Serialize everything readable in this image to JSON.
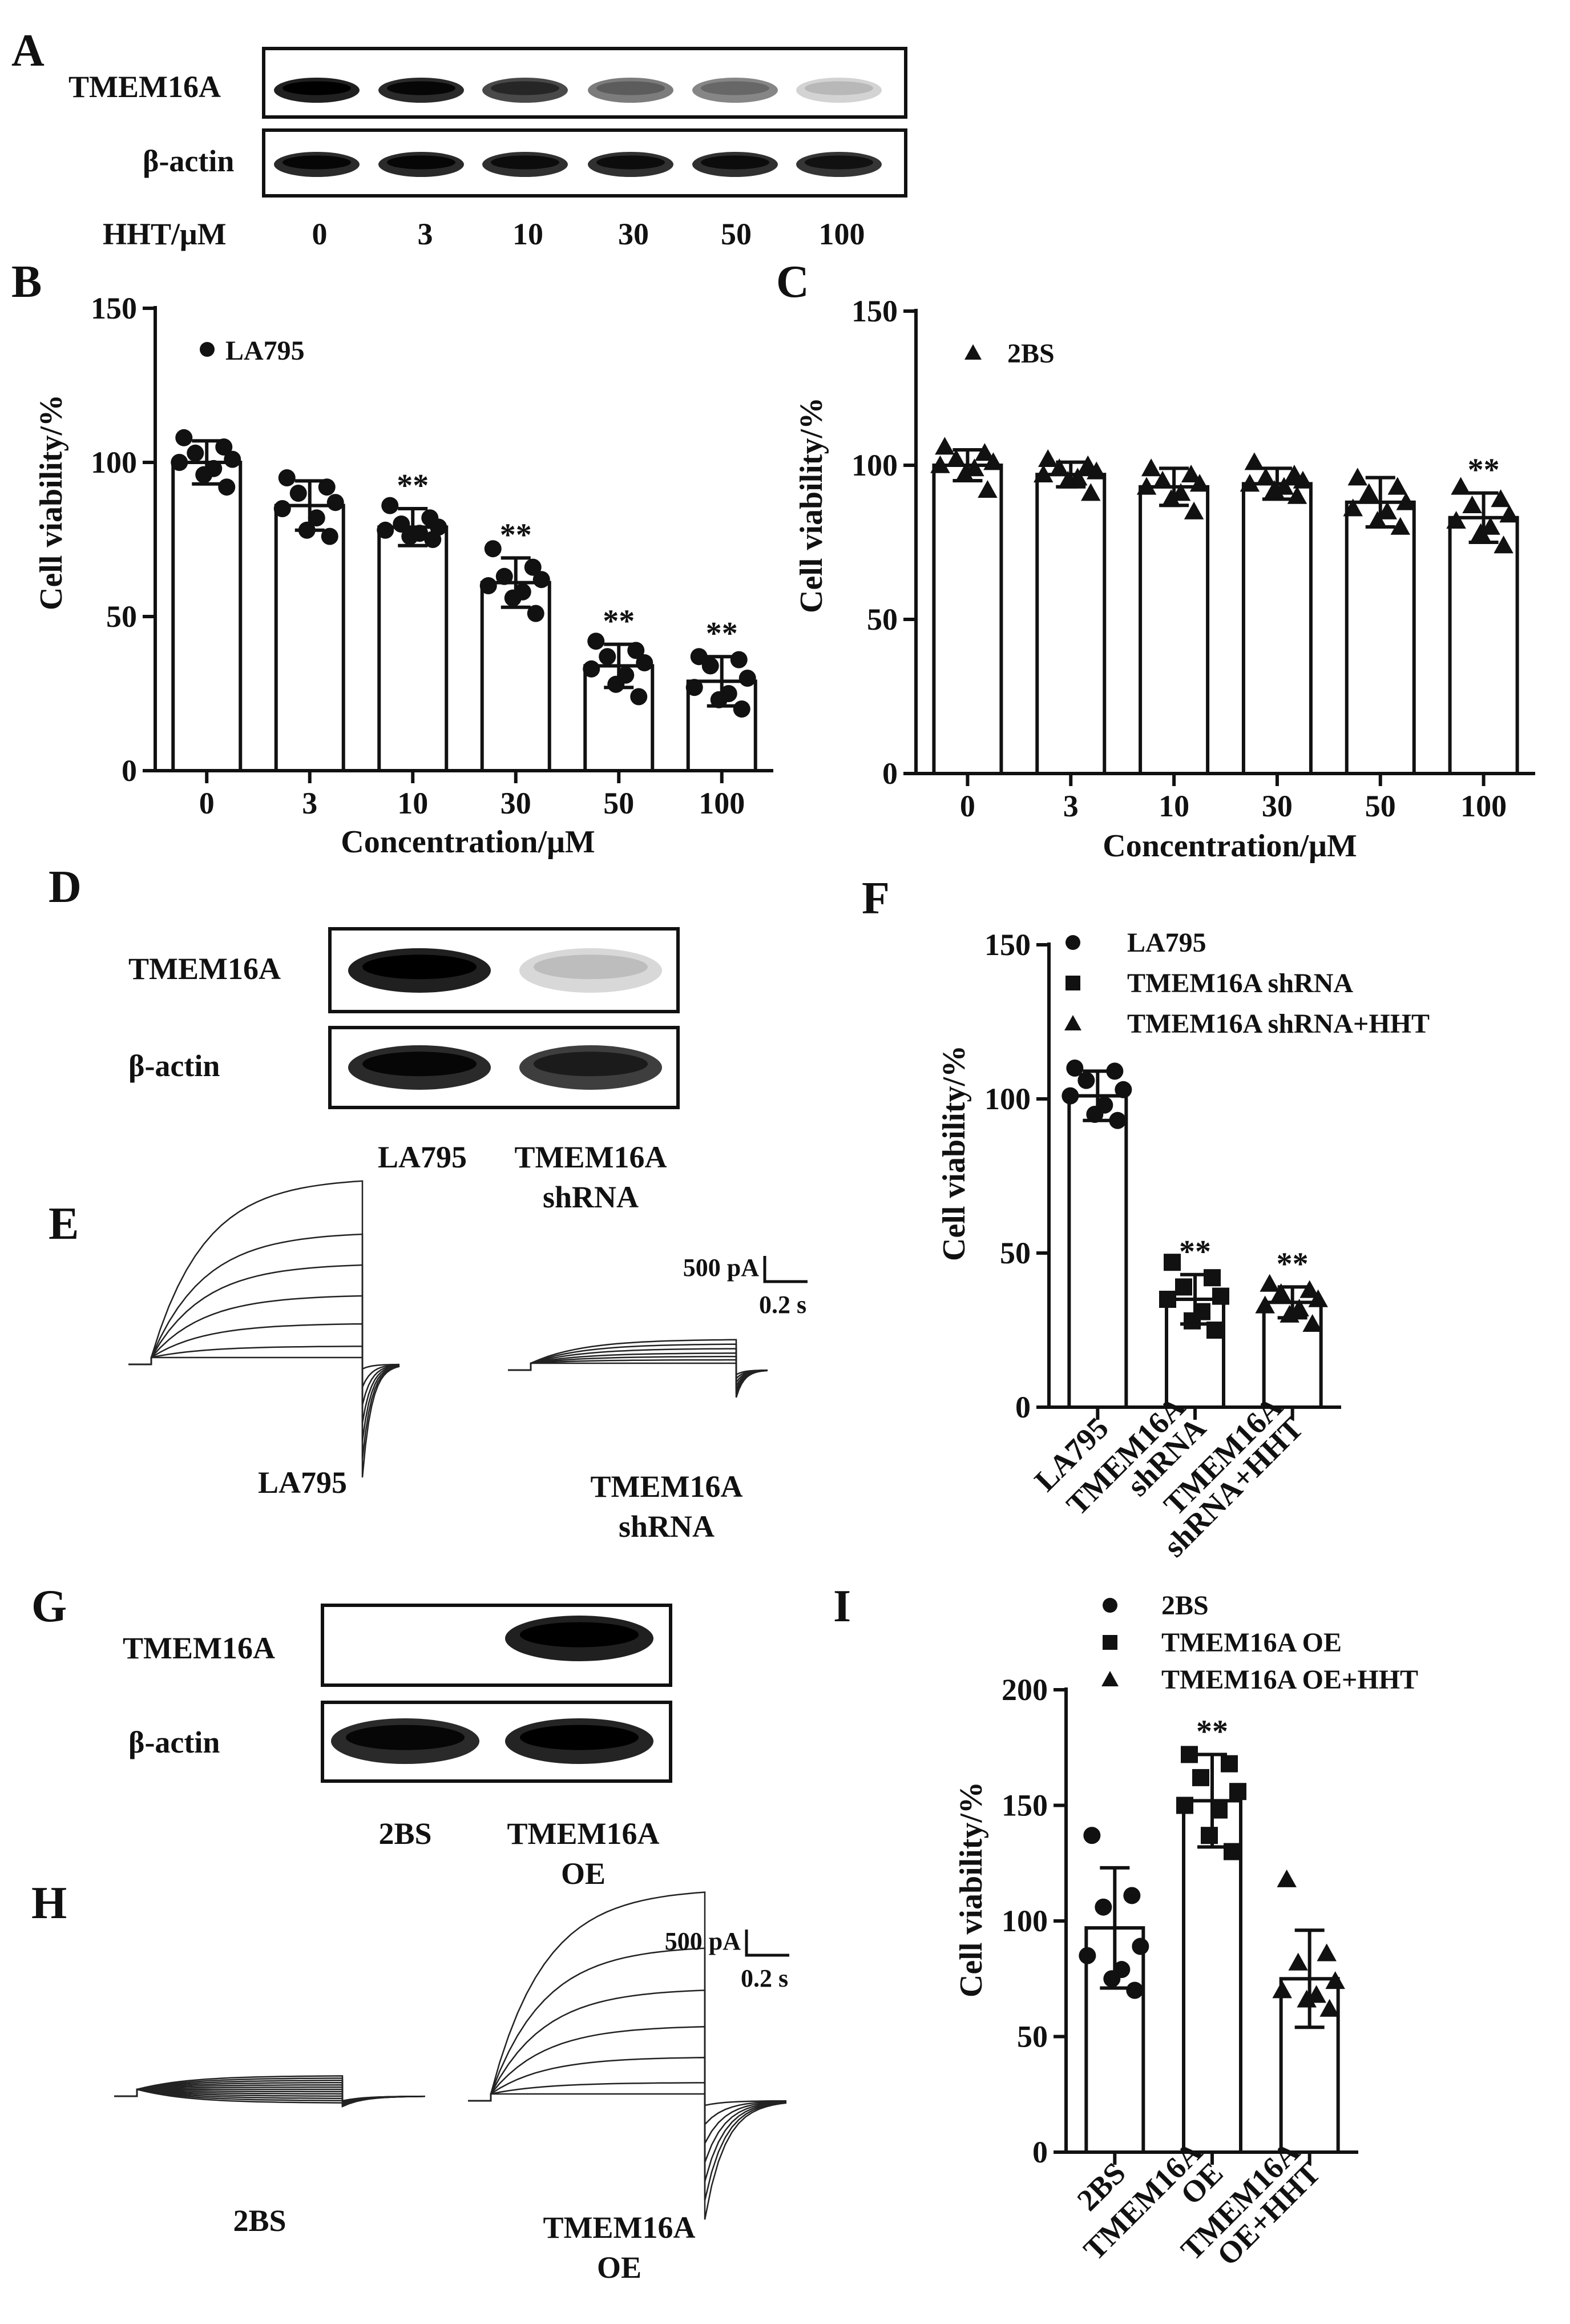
{
  "panel_letters": {
    "A": "A",
    "B": "B",
    "C": "C",
    "D": "D",
    "E": "E",
    "F": "F",
    "G": "G",
    "H": "H",
    "I": "I"
  },
  "blot_A": {
    "row1": "TMEM16A",
    "row2": "β-actin",
    "axis_label": "HHT/μM",
    "lanes": [
      "0",
      "3",
      "10",
      "30",
      "50",
      "100"
    ],
    "tmem_intensity": [
      1.0,
      0.95,
      0.8,
      0.55,
      0.5,
      0.12
    ],
    "actin_intensity": [
      0.95,
      0.95,
      0.92,
      0.92,
      0.92,
      0.9
    ]
  },
  "blot_D": {
    "row1": "TMEM16A",
    "row2": "β-actin",
    "lanes": [
      "LA795",
      "TMEM16A",
      "shRNA"
    ],
    "tmem_intensity": [
      1.0,
      0.1
    ],
    "actin_intensity": [
      0.95,
      0.85
    ]
  },
  "blot_G": {
    "row1": "TMEM16A",
    "row2": "β-actin",
    "lanes": [
      "2BS",
      "TMEM16A",
      "OE"
    ],
    "tmem_intensity": [
      0.0,
      1.0
    ],
    "actin_intensity": [
      0.95,
      0.98
    ]
  },
  "traces_E": {
    "scale_current": "500 pA",
    "scale_time": "0.2 s",
    "labels": [
      "LA795",
      "TMEM16A",
      "shRNA"
    ]
  },
  "traces_H": {
    "scale_current": "500 pA",
    "scale_time": "0.2 s",
    "labels": [
      "2BS",
      "TMEM16A",
      "OE"
    ]
  },
  "chart_data": [
    {
      "id": "B",
      "type": "bar",
      "categories": [
        "0",
        "3",
        "10",
        "30",
        "50",
        "100"
      ],
      "values": [
        100,
        86,
        79,
        61,
        34,
        29
      ],
      "errors": [
        7,
        8,
        6,
        8,
        7,
        8
      ],
      "significance": [
        "",
        "",
        "**",
        "**",
        "**",
        "**"
      ],
      "points": [
        [
          108,
          105,
          103,
          101,
          100,
          98,
          96,
          92
        ],
        [
          95,
          92,
          90,
          87,
          85,
          82,
          78,
          76
        ],
        [
          86,
          82,
          80,
          79,
          78,
          77,
          76,
          75
        ],
        [
          72,
          66,
          63,
          62,
          60,
          58,
          56,
          51
        ],
        [
          42,
          39,
          37,
          35,
          33,
          31,
          28,
          24
        ],
        [
          37,
          36,
          34,
          30,
          27,
          25,
          23,
          20
        ]
      ],
      "marker": "circle",
      "legend": [
        "LA795"
      ],
      "xlabel": "Concentration/μM",
      "ylabel": "Cell viability/%",
      "ylim": [
        0,
        150
      ],
      "yticks": [
        0,
        50,
        100,
        150
      ]
    },
    {
      "id": "C",
      "type": "bar",
      "categories": [
        "0",
        "3",
        "10",
        "30",
        "50",
        "100"
      ],
      "values": [
        100,
        97,
        93,
        94,
        88,
        83
      ],
      "errors": [
        5,
        4,
        6,
        5,
        8,
        8
      ],
      "significance": [
        "",
        "",
        "",
        "",
        "",
        "**"
      ],
      "points": [
        [
          106,
          104,
          102,
          101,
          100,
          99,
          97,
          92
        ],
        [
          102,
          100,
          99,
          98,
          97,
          96,
          95,
          91
        ],
        [
          99,
          97,
          95,
          94,
          93,
          91,
          89,
          85
        ],
        [
          101,
          97,
          96,
          95,
          94,
          93,
          92,
          90
        ],
        [
          96,
          93,
          91,
          88,
          86,
          85,
          82,
          80
        ],
        [
          93,
          89,
          87,
          84,
          82,
          80,
          78,
          74
        ]
      ],
      "marker": "triangle",
      "legend": [
        "2BS"
      ],
      "xlabel": "Concentration/μM",
      "ylabel": "Cell viability/%",
      "ylim": [
        0,
        150
      ],
      "yticks": [
        0,
        50,
        100,
        150
      ]
    },
    {
      "id": "F",
      "type": "bar",
      "categories": [
        "LA795",
        "TMEM16A shRNA",
        "TMEM16A shRNA+HHT"
      ],
      "category_lines": [
        [
          "LA795"
        ],
        [
          "TMEM16A",
          "shRNA"
        ],
        [
          "TMEM16A",
          "shRNA+HHT"
        ]
      ],
      "values": [
        101,
        35,
        34
      ],
      "errors": [
        8,
        8,
        5
      ],
      "significance": [
        "",
        "**",
        "**"
      ],
      "points": [
        [
          110,
          109,
          106,
          103,
          101,
          98,
          95,
          93
        ],
        [
          47,
          42,
          39,
          36,
          35,
          31,
          28,
          25
        ],
        [
          40,
          38,
          37,
          35,
          33,
          32,
          30,
          27
        ]
      ],
      "markers": [
        "circle",
        "square",
        "triangle"
      ],
      "legend": [
        "LA795",
        "TMEM16A shRNA",
        "TMEM16A shRNA+HHT"
      ],
      "xlabel": "",
      "ylabel": "Cell viability/%",
      "ylim": [
        0,
        150
      ],
      "yticks": [
        0,
        50,
        100,
        150
      ]
    },
    {
      "id": "I",
      "type": "bar",
      "categories": [
        "2BS",
        "TMEM16A OE",
        "TMEM16A OE+HHT"
      ],
      "category_lines": [
        [
          "2BS"
        ],
        [
          "TMEM16A",
          "OE"
        ],
        [
          "TMEM16A",
          "OE+HHT"
        ]
      ],
      "values": [
        97,
        152,
        75
      ],
      "errors": [
        26,
        20,
        21
      ],
      "significance": [
        "",
        "**",
        ""
      ],
      "points": [
        [
          137,
          111,
          106,
          89,
          85,
          79,
          75,
          70
        ],
        [
          172,
          168,
          162,
          156,
          150,
          148,
          137,
          130
        ],
        [
          118,
          86,
          82,
          74,
          70,
          68,
          66,
          62
        ]
      ],
      "markers": [
        "circle",
        "square",
        "triangle"
      ],
      "legend": [
        "2BS",
        "TMEM16A OE",
        "TMEM16A OE+HHT"
      ],
      "xlabel": "",
      "ylabel": "Cell viability/%",
      "ylim": [
        0,
        200
      ],
      "yticks": [
        0,
        50,
        100,
        150,
        200
      ]
    }
  ]
}
